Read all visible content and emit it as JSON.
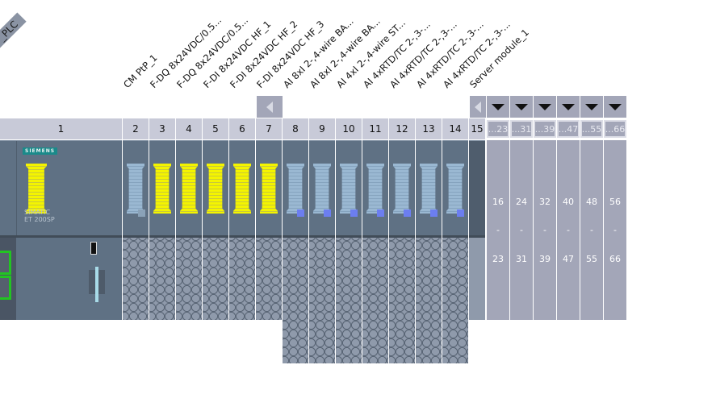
{
  "plc_tag": "_PLC",
  "cpu": {
    "slot": "1",
    "brand": "SIEMENS",
    "model_line1": "SIMATIC",
    "model_line2": "ET 200SP"
  },
  "slots": [
    {
      "num": "2",
      "label": "CM PtP_1",
      "kind": "cm"
    },
    {
      "num": "3",
      "label": "F-DQ 8x24VDC/0.5...",
      "kind": "f"
    },
    {
      "num": "4",
      "label": "F-DQ 8x24VDC/0.5...",
      "kind": "f"
    },
    {
      "num": "5",
      "label": "F-DI 8x24VDC HF_1",
      "kind": "f"
    },
    {
      "num": "6",
      "label": "F-DI 8x24VDC HF_2",
      "kind": "f"
    },
    {
      "num": "7",
      "label": "F-DI 8x24VDC HF_3",
      "kind": "f"
    },
    {
      "num": "8",
      "label": "AI 8xI 2-,4-wire BA...",
      "kind": "ai"
    },
    {
      "num": "9",
      "label": "AI 8xI 2-,4-wire BA...",
      "kind": "ai"
    },
    {
      "num": "10",
      "label": "AI 4xI 2-,4-wire ST...",
      "kind": "ai"
    },
    {
      "num": "11",
      "label": "AI 4xRTD/TC 2-,3-...",
      "kind": "ai"
    },
    {
      "num": "12",
      "label": "AI 4xRTD/TC 2-,3-...",
      "kind": "ai"
    },
    {
      "num": "13",
      "label": "AI 4xRTD/TC 2-,3-...",
      "kind": "ai"
    },
    {
      "num": "14",
      "label": "AI 4xRTD/TC 2-,3-...",
      "kind": "ai"
    },
    {
      "num": "15",
      "label": "Server module_1",
      "kind": "server"
    }
  ],
  "expansion": [
    {
      "short": "...23",
      "from": "16",
      "dash": "-",
      "to": "23"
    },
    {
      "short": "...31",
      "from": "24",
      "dash": "-",
      "to": "31"
    },
    {
      "short": "...39",
      "from": "32",
      "dash": "-",
      "to": "39"
    },
    {
      "short": "...47",
      "from": "40",
      "dash": "-",
      "to": "47"
    },
    {
      "short": "...55",
      "from": "48",
      "dash": "-",
      "to": "55"
    },
    {
      "short": "...66",
      "from": "56",
      "dash": "-",
      "to": "66"
    }
  ],
  "colors": {
    "header": "#c8cad8",
    "module": "#5f7184",
    "terminal": "#8f9aab",
    "expansion": "#a3a6b8",
    "fail_safe": "#f4f400"
  }
}
